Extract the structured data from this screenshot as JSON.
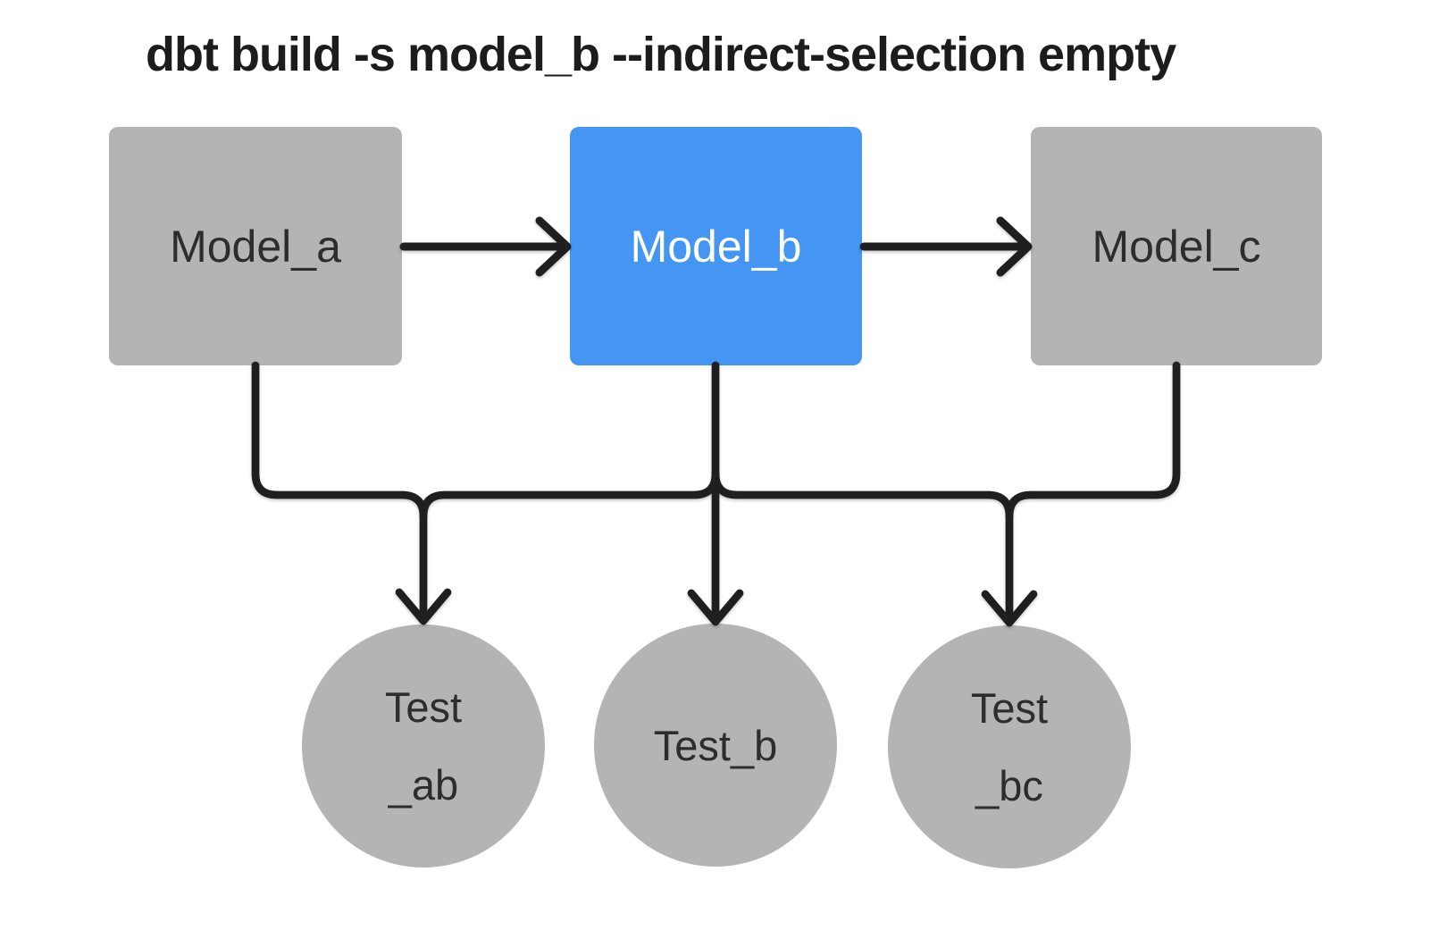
{
  "title": "dbt build -s model_b --indirect-selection empty",
  "colors": {
    "background": "#ffffff",
    "node_gray": "#b4b4b4",
    "node_selected_blue": "#4496f2",
    "edge": "#1f1f1f",
    "title_text": "#1c1c1c",
    "node_text_dark": "#2d2d2d",
    "node_text_light": "#ffffff"
  },
  "models": [
    {
      "id": "model_a",
      "label": "Model_a",
      "selected": false
    },
    {
      "id": "model_b",
      "label": "Model_b",
      "selected": true
    },
    {
      "id": "model_c",
      "label": "Model_c",
      "selected": false
    }
  ],
  "tests": [
    {
      "id": "test_ab",
      "label_lines": [
        "Test",
        "_ab"
      ]
    },
    {
      "id": "test_b",
      "label_lines": [
        "Test_b"
      ]
    },
    {
      "id": "test_bc",
      "label_lines": [
        "Test",
        "_bc"
      ]
    }
  ],
  "edges": [
    {
      "from": "model_a",
      "to": "model_b",
      "type": "model-flow"
    },
    {
      "from": "model_b",
      "to": "model_c",
      "type": "model-flow"
    },
    {
      "from": "model_a",
      "to": "test_ab",
      "type": "test-dependency"
    },
    {
      "from": "model_b",
      "to": "test_ab",
      "type": "test-dependency"
    },
    {
      "from": "model_b",
      "to": "test_b",
      "type": "test-dependency"
    },
    {
      "from": "model_b",
      "to": "test_bc",
      "type": "test-dependency"
    },
    {
      "from": "model_c",
      "to": "test_bc",
      "type": "test-dependency"
    }
  ]
}
